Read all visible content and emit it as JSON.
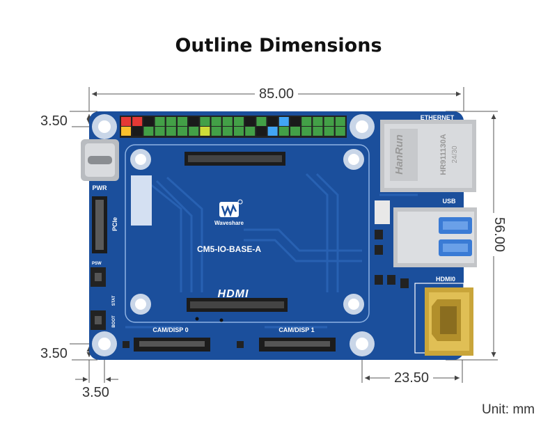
{
  "title": "Outline Dimensions",
  "unit_label": "Unit: mm",
  "dimensions": {
    "width": "85.00",
    "height": "56.00",
    "hole_top_offset": "3.50",
    "hole_bottom_offset": "3.50",
    "hole_left_offset": "3.50",
    "connector_offset": "23.50"
  },
  "board": {
    "model": "CM5-IO-BASE-A",
    "brand": "Waveshare",
    "color": "#1b4f9c",
    "labels": {
      "ethernet": "ETHERNET",
      "usb": "USB",
      "hdmi0": "HDMI0",
      "pwr": "PWR",
      "pcie": "PCIe",
      "psw": "PSW",
      "stat": "STAT",
      "boot": "BOOT",
      "cam_disp0": "CAM/DISP 0",
      "cam_disp1": "CAM/DISP 1",
      "hdmi_logo": "HDMI",
      "rj45_brand": "HanRun",
      "rj45_part": "HR911130A",
      "rj45_code": "24/30"
    }
  }
}
